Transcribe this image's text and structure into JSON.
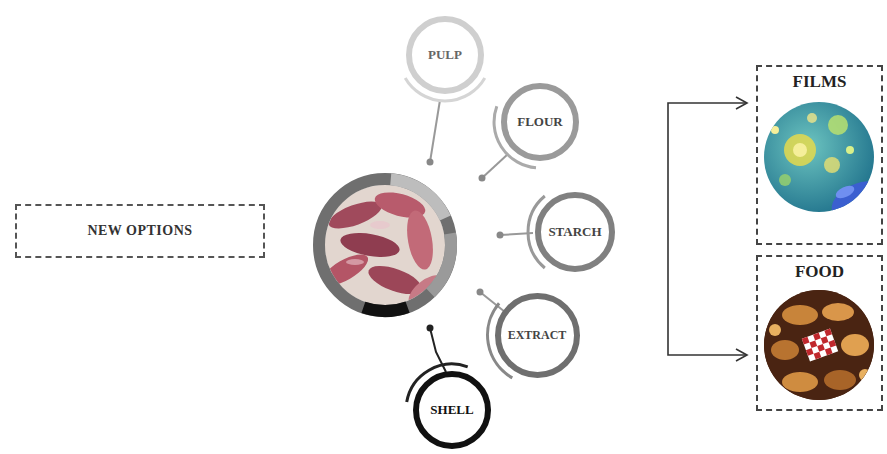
{
  "diagram": {
    "nodes": [
      {
        "text": [
          "NEW OPTIONS"
        ]
      },
      {
        "text": [
          "PULP"
        ]
      },
      {
        "text": [
          "FLOUR"
        ]
      },
      {
        "text": [
          "STARCH"
        ]
      },
      {
        "text": [
          "EXTRACT"
        ]
      },
      {
        "text": [
          "SHELL"
        ]
      },
      {
        "text": [
          "FILMS"
        ]
      },
      {
        "text": [
          "FOOD"
        ]
      }
    ]
  }
}
